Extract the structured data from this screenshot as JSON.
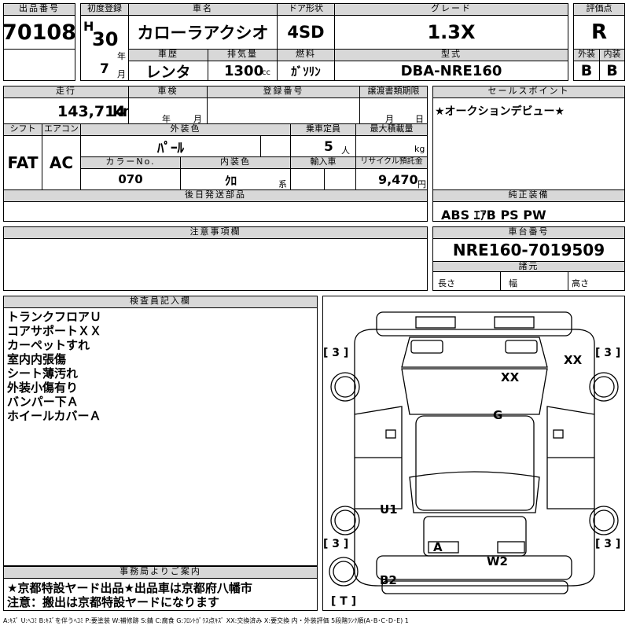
{
  "header": {
    "lot_no": {
      "label": "出品番号",
      "value": "70108"
    },
    "first_reg": {
      "label": "初度登録",
      "era": "H",
      "year": "30",
      "year_unit": "年",
      "month": "7",
      "month_unit": "月"
    },
    "car_name": {
      "label": "車名",
      "value": "カローラアクシオ"
    },
    "door": {
      "label": "ドア形状",
      "value": "4SD"
    },
    "grade": {
      "label": "グレード",
      "value": "1.3X"
    },
    "score": {
      "label": "評価点",
      "value": "R"
    },
    "history": {
      "label": "車歴",
      "value": "レンタ"
    },
    "displacement": {
      "label": "排気量",
      "value": "1300",
      "unit": "cc"
    },
    "fuel": {
      "label": "燃料",
      "value": "ｶﾞｿﾘﾝ"
    },
    "model": {
      "label": "型式",
      "value": "DBA-NRE160"
    },
    "exterior": {
      "label": "外装",
      "value": "B"
    },
    "interior": {
      "label": "内装",
      "value": "B"
    }
  },
  "row2": {
    "mileage": {
      "label": "走行",
      "value": "143,714",
      "unit": "km"
    },
    "inspection": {
      "label": "車検",
      "year_unit": "年",
      "month_unit": "月"
    },
    "reg_no": {
      "label": "登録番号"
    },
    "transfer": {
      "label": "譲渡書類期限",
      "month_unit": "月",
      "day_unit": "日"
    },
    "shift": {
      "label": "シフト",
      "value": "FAT"
    },
    "ac": {
      "label": "エアコン",
      "value": "AC"
    },
    "color": {
      "label": "外装色",
      "value": "ﾊﾟｰﾙ"
    },
    "capacity": {
      "label": "乗車定員",
      "value": "5",
      "unit": "人"
    },
    "load": {
      "label": "最大積載量",
      "unit": "kg"
    },
    "color_no": {
      "label": "カラーNo.",
      "value": "070"
    },
    "int_color": {
      "label": "内装色",
      "value": "ｸﾛ",
      "unit": "系"
    },
    "import": {
      "label": "輸入車"
    },
    "recycle": {
      "label": "リサイクル預託金",
      "value": "9,470",
      "unit": "円"
    },
    "later_parts": {
      "label": "後日発送部品"
    }
  },
  "sales_point": {
    "label": "セールスポイント",
    "text": "★オークションデビュー★"
  },
  "equipment": {
    "label": "純正装備",
    "text": "ABS ｴｱB PS PW"
  },
  "notes": {
    "label": "注意事項欄"
  },
  "chassis": {
    "label": "車台番号",
    "value": "NRE160-7019509"
  },
  "specs": {
    "label": "諸元",
    "length": "長さ",
    "width": "幅",
    "height": "高さ"
  },
  "inspector": {
    "label": "検査員記入欄",
    "lines": [
      "トランクフロアＵ",
      "コアサポートＸＸ",
      "カーペットすれ",
      "室内内張傷",
      "シート薄汚れ",
      "外装小傷有り",
      "バンパー下Ａ",
      "ホイールカバーＡ"
    ]
  },
  "office": {
    "label": "事務局よりご案内",
    "lines": [
      "★京都特設ヤード出品★出品車は京都府八幡市",
      "注意：搬出は京都特設ヤードになります"
    ]
  },
  "diagram": {
    "marks": {
      "xx1": "XX",
      "xx2": "XX",
      "g": "G",
      "u1": "U1",
      "a": "A",
      "w2": "W2",
      "b2": "B2"
    },
    "tires": {
      "fl": "[ 3 ]",
      "fr": "[ 3 ]",
      "rl": "[ 3 ]",
      "rr": "[ 3 ]",
      "spare": "[ T ]"
    }
  },
  "legend": "A:ｷｽﾞ U:ﾍｺﾐ B:ｷｽﾞを伴うﾍｺﾐ P:要塗装 W:補修跡 S:錆 C:腐食 G:ﾌﾛﾝﾄｶﾞﾗｽ点ｷｽﾞ XX:交換済み X:要交換 内・外装評価 5段階ﾗﾝｸ順(A･B･C･D･E) 1"
}
